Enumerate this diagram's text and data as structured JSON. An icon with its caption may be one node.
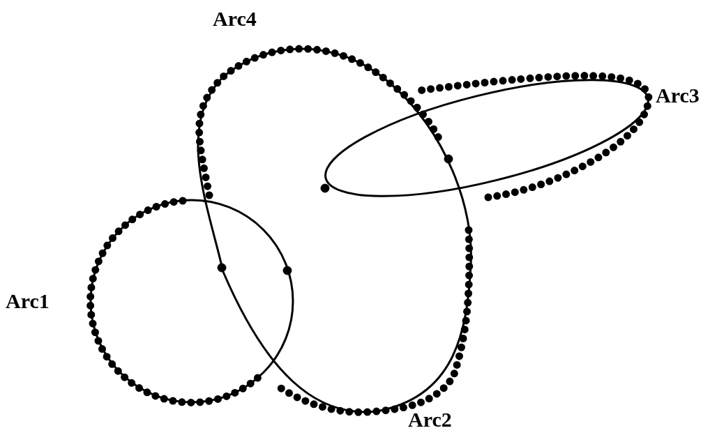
{
  "diagram": {
    "labels": [
      "Arc4",
      "Arc3",
      "Arc1",
      "Arc2"
    ]
  }
}
